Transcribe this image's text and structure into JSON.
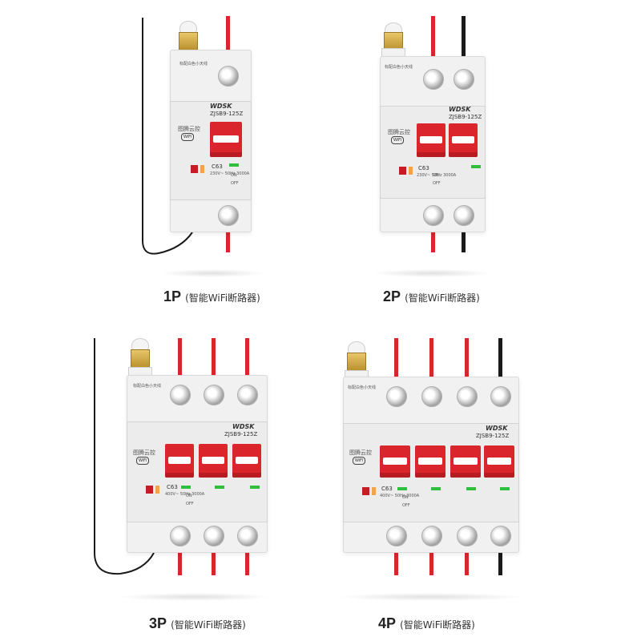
{
  "products": [
    {
      "id": "1p",
      "pole_label": "1P",
      "description": "(智能WiFi断路器)",
      "antenna_label": "标配白色小天线",
      "brand": "WDSK",
      "model": "ZJSB9-125Z",
      "rating": "C63",
      "specs": "230V~ 50Hz 3000A",
      "wifi": "WiFi"
    },
    {
      "id": "2p",
      "pole_label": "2P",
      "description": "(智能WiFi断路器)",
      "antenna_label": "标配白色小天线",
      "brand": "WDSK",
      "model": "ZJSB9-125Z",
      "rating": "C63",
      "specs": "230V~ 50Hz 3000A",
      "wifi": "WiFi"
    },
    {
      "id": "3p",
      "pole_label": "3P",
      "description": "(智能WiFi断路器)",
      "antenna_label": "标配白色小天线",
      "brand": "WDSK",
      "model": "ZJSB9-125Z",
      "rating": "C63",
      "specs": "400V~ 50Hz 3000A",
      "wifi": "WiFi"
    },
    {
      "id": "4p",
      "pole_label": "4P",
      "description": "(智能WiFi断路器)",
      "antenna_label": "标配白色小天线",
      "brand": "WDSK",
      "model": "ZJSB9-125Z",
      "rating": "C63",
      "specs": "400V~ 50Hz 3000A",
      "wifi": "WiFi"
    }
  ],
  "module_label": "图腾云控",
  "on_label": "ON",
  "off_label": "OFF",
  "colors": {
    "handle": "#d9252b",
    "live_wire": "#d8262a",
    "neutral_wire": "#1a1a1a",
    "indicator": "#2fbf3c",
    "antenna_nut": "#c9a13c"
  }
}
